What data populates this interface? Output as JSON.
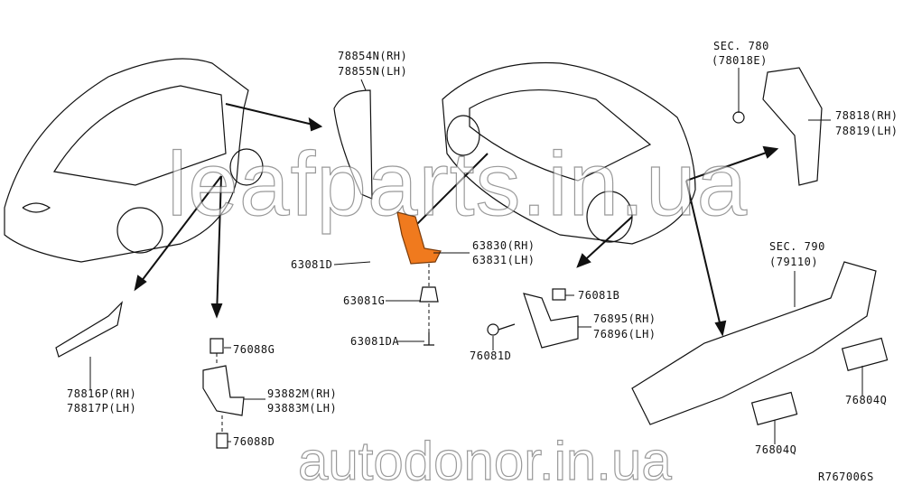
{
  "diagram_id": "R767006S",
  "labels": {
    "p78854n": "78854N(RH)",
    "p78855n": "78855N(LH)",
    "sec780": "SEC. 780",
    "sec780_ref": "(78018E)",
    "p78818": "78818(RH)",
    "p78819": "78819(LH)",
    "p63830": "63830(RH)",
    "p63831": "63831(LH)",
    "p63081d": "63081D",
    "p63081g": "63081G",
    "p63081da": "63081DA",
    "p76081b": "76081B",
    "p76081d": "76081D",
    "sec790": "SEC. 790",
    "sec790_ref": "(79110)",
    "p76895": "76895(RH)",
    "p76896": "76896(LH)",
    "p76088g": "76088G",
    "p76088d": "76088D",
    "p93882m": "93882M(RH)",
    "p93883m": "93883M(LH)",
    "p78816p": "78816P(RH)",
    "p78817p": "78817P(LH)",
    "p76804q_a": "76804Q",
    "p76804q_b": "76804Q"
  },
  "watermarks": [
    "leafparts.in.ua",
    "autodonor.in.ua"
  ],
  "colors": {
    "highlight": "#f07a1e",
    "line": "#111111"
  }
}
